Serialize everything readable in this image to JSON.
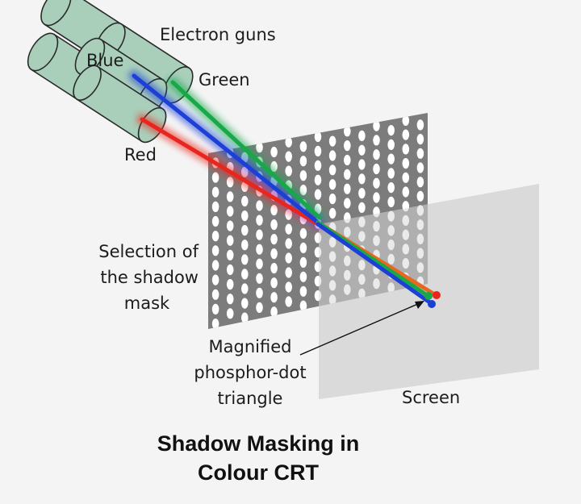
{
  "diagram": {
    "title_line1": "Shadow Masking in",
    "title_line2": "Colour CRT",
    "labels": {
      "electron_guns": "Electron guns",
      "blue": "Blue",
      "green": "Green",
      "red": "Red",
      "selection_line1": "Selection of",
      "selection_line2": "the shadow",
      "selection_line3": "mask",
      "magnified_line1": "Magnified",
      "magnified_line2": "phosphor-dot",
      "magnified_line3": "triangle",
      "screen": "Screen"
    },
    "colors": {
      "background": "#f4f4f4",
      "gun_fill": "#a9cfbb",
      "gun_stroke": "#2a2a2a",
      "mask": "#7c7c7c",
      "mask_hole": "#ffffff",
      "screen": "#c9c9c9",
      "beam_blue": "#1c3fd6",
      "beam_green": "#18a84a",
      "beam_red": "#e8261e"
    }
  }
}
